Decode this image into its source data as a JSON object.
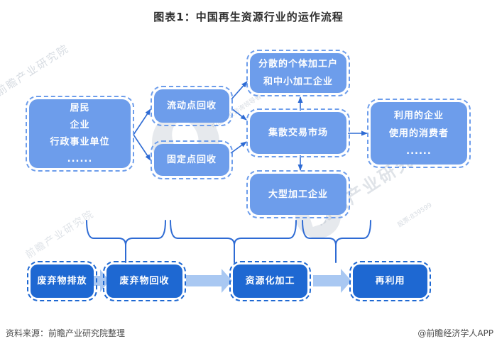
{
  "title": "图表1：中国再生资源行业的运作流程",
  "colors": {
    "box_light": "#6D9DEB",
    "box_dark": "#1E68D2",
    "arrow": "#2E6BD4",
    "block_arrow": "#A9C8F2",
    "title_text": "#2e2e2e",
    "footer_text": "#4d4d4d"
  },
  "flow_boxes": {
    "source": {
      "lines": [
        "居民",
        "企业",
        "行政事业单位",
        "......"
      ]
    },
    "mobile_recycle": {
      "label": "流动点回收"
    },
    "fixed_recycle": {
      "label": "固定点回收"
    },
    "scattered_processors": {
      "lines": [
        "分散的个体加工户",
        "和中小加工企业"
      ]
    },
    "trading_market": {
      "label": "集散交易市场"
    },
    "large_processors": {
      "label": "大型加工企业"
    },
    "end_users": {
      "lines": [
        "利用的企业",
        "使用的消费者",
        "......"
      ]
    }
  },
  "stage_boxes": [
    {
      "label": "废弃物排放"
    },
    {
      "label": "废弃物回收"
    },
    {
      "label": "资源化加工"
    },
    {
      "label": "再利用"
    }
  ],
  "watermarks": {
    "brand": "前瞻产业研究院",
    "slogan": "中国产业咨询领导者",
    "stock": "股票:839599"
  },
  "footer": {
    "source": "资料来源：前瞻产业研究院整理",
    "credit": "@前瞻经济学人APP"
  }
}
